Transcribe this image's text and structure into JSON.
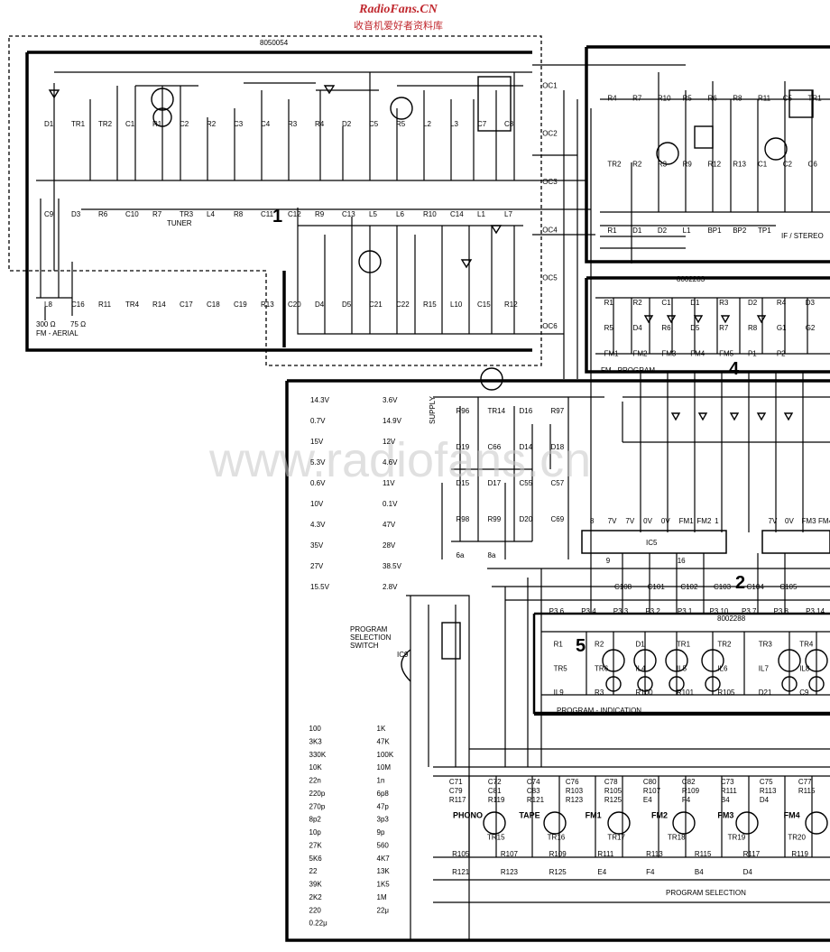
{
  "site": {
    "name": "RadioFans.CN",
    "tagline": "收音机爱好者资料库",
    "watermark": "www.radiofans.cn"
  },
  "boards": {
    "tuner": {
      "part_no": "8050054",
      "name": "TUNER",
      "number": "1"
    },
    "if_stereo": {
      "name": "IF / STEREO"
    },
    "fm_program": {
      "part_no": "8002283",
      "name": "FM - PROGRAM",
      "number": "4"
    },
    "program_switch": {
      "number": "2"
    },
    "program_indication": {
      "part_no": "8002288",
      "name": "PROGRAM - INDICATION",
      "number": "5"
    },
    "program_selection": {
      "name": "PROGRAM  SELECTION"
    }
  },
  "aerial": {
    "label": "FM - AERIAL",
    "imp1": "300 Ω",
    "imp2": "75 Ω"
  },
  "supply": {
    "label": "SUPPLY"
  },
  "switch_label": [
    "PROGRAM",
    "SELECTION",
    "SWITCH"
  ],
  "ic": {
    "ic5": "IC5",
    "ic9": "IC9"
  },
  "tuner_parts": [
    "D1",
    "TR1",
    "TR2",
    "C1",
    "R1",
    "C2",
    "R2",
    "C3",
    "C4",
    "R3",
    "R4",
    "D2",
    "C5",
    "R5",
    "L2",
    "L3",
    "C7",
    "C8",
    "C9",
    "D3",
    "R6",
    "C10",
    "R7",
    "TR3",
    "L4",
    "R8",
    "C11",
    "C12",
    "R9",
    "C13",
    "L5",
    "L6",
    "R10",
    "C14",
    "L1",
    "L7",
    "L8",
    "C16",
    "R11",
    "TR4",
    "R14",
    "C17",
    "C18",
    "C19",
    "R13",
    "C20",
    "D4",
    "D5",
    "C21",
    "C22",
    "R15",
    "L10",
    "C15",
    "R12"
  ],
  "tuner_pins": [
    "OC1",
    "OC2",
    "OC3",
    "OC4",
    "OC5",
    "OC6"
  ],
  "if_parts": [
    "R4",
    "R7",
    "R10",
    "R5",
    "R6",
    "R8",
    "R11",
    "C5",
    "TR1",
    "TR2",
    "R2",
    "R3",
    "R9",
    "R12",
    "R13",
    "C1",
    "C2",
    "C6",
    "R1",
    "D1",
    "D2",
    "L1",
    "BP1",
    "BP2",
    "TP1"
  ],
  "voltages": [
    "14.3V",
    "3.6V",
    "0.7V",
    "14.9V",
    "15V",
    "12V",
    "5.3V",
    "4.6V",
    "0.6V",
    "11V",
    "10V",
    "0.1V",
    "4.3V",
    "47V",
    "35V",
    "28V",
    "27V",
    "38.5V",
    "15.5V",
    "2.8V"
  ],
  "fm_program_parts": [
    "R1",
    "R2",
    "C1",
    "D1",
    "R3",
    "D2",
    "R4",
    "D3",
    "R5",
    "D4",
    "R6",
    "D5",
    "R7",
    "R8",
    "G1",
    "G2",
    "FM1",
    "FM2",
    "FM3",
    "FM4",
    "FM5",
    "P1",
    "P2"
  ],
  "supply_parts": [
    "R96",
    "TR14",
    "D16",
    "R97",
    "D19",
    "C66",
    "D14",
    "D18",
    "D15",
    "D17",
    "C55",
    "C57",
    "R98",
    "R99",
    "D20",
    "C69",
    "6a",
    "8a"
  ],
  "ic_pins": {
    "ic5_top": [
      "8",
      "7V",
      "7V",
      "0V",
      "0V",
      "FM1",
      "FM2",
      "1"
    ],
    "ic5_bot": [
      "9",
      "16"
    ],
    "ic_right": [
      "7V",
      "0V",
      "FM3",
      "FM4"
    ]
  },
  "prog_caps": [
    "C108",
    "C101",
    "C102",
    "C103",
    "C104",
    "C105"
  ],
  "prog_pins": [
    "P3 6",
    "P3 4",
    "P3 3",
    "P3 2",
    "P3 1",
    "P3 10",
    "P3 7",
    "P3 8",
    "P3 14"
  ],
  "indication_parts": [
    "R1",
    "R2",
    "D1",
    "TR1",
    "TR2",
    "TR3",
    "TR4",
    "TR5",
    "TR6",
    "IL4",
    "IL5",
    "IL6",
    "IL7",
    "IL8",
    "IL9",
    "R3",
    "R100",
    "R101",
    "R105",
    "D21",
    "C9"
  ],
  "inputs": [
    "PHONO",
    "TAPE",
    "FM1",
    "FM2",
    "FM3",
    "FM4"
  ],
  "selection_transistors": [
    "TR15",
    "TR16",
    "TR17",
    "TR18",
    "TR19",
    "TR20"
  ],
  "selection_parts": [
    "C71",
    "C72",
    "C74",
    "C76",
    "C78",
    "C80",
    "C82",
    "C73",
    "C75",
    "C77",
    "C79",
    "C81",
    "C83",
    "R103",
    "R105",
    "R107",
    "R109",
    "R111",
    "R113",
    "R115",
    "R117",
    "R119",
    "R121",
    "R123",
    "R125",
    "E4",
    "F4",
    "B4",
    "D4"
  ],
  "values": [
    "100",
    "1K",
    "3K3",
    "47K",
    "330K",
    "100K",
    "10K",
    "10M",
    "22n",
    "1n",
    "220p",
    "6p8",
    "270p",
    "47p",
    "8p2",
    "3p3",
    "10p",
    "9p",
    "27K",
    "560",
    "5K6",
    "4K7",
    "22",
    "13K",
    "39K",
    "1K5",
    "2K2",
    "1M",
    "220",
    "22μ",
    "0.22μ"
  ]
}
